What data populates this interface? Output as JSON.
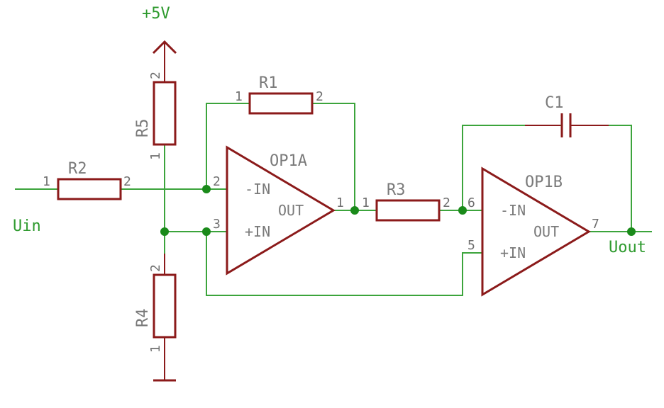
{
  "supply_label": "+5V",
  "input_label": "Uin",
  "output_label": "Uout",
  "colors": {
    "wire": "#3ca43c",
    "part": "#8b1a1a",
    "junction": "#1a8a1a",
    "text": "#7a7a7a"
  },
  "components": {
    "r1": {
      "name": "R1",
      "pin_a": "1",
      "pin_b": "2"
    },
    "r2": {
      "name": "R2",
      "pin_a": "1",
      "pin_b": "2"
    },
    "r3": {
      "name": "R3",
      "pin_a": "1",
      "pin_b": "2"
    },
    "r4": {
      "name": "R4",
      "pin_a": "2",
      "pin_b": "1"
    },
    "r5": {
      "name": "R5",
      "pin_a": "2",
      "pin_b": "1"
    },
    "c1": {
      "name": "C1"
    },
    "op1a": {
      "name": "OP1A",
      "inv": "-IN",
      "noninv": "+IN",
      "out": "OUT",
      "pin_inv": "2",
      "pin_noninv": "3",
      "pin_out": "1"
    },
    "op1b": {
      "name": "OP1B",
      "inv": "-IN",
      "noninv": "+IN",
      "out": "OUT",
      "pin_inv": "6",
      "pin_noninv": "5",
      "pin_out": "7"
    }
  }
}
